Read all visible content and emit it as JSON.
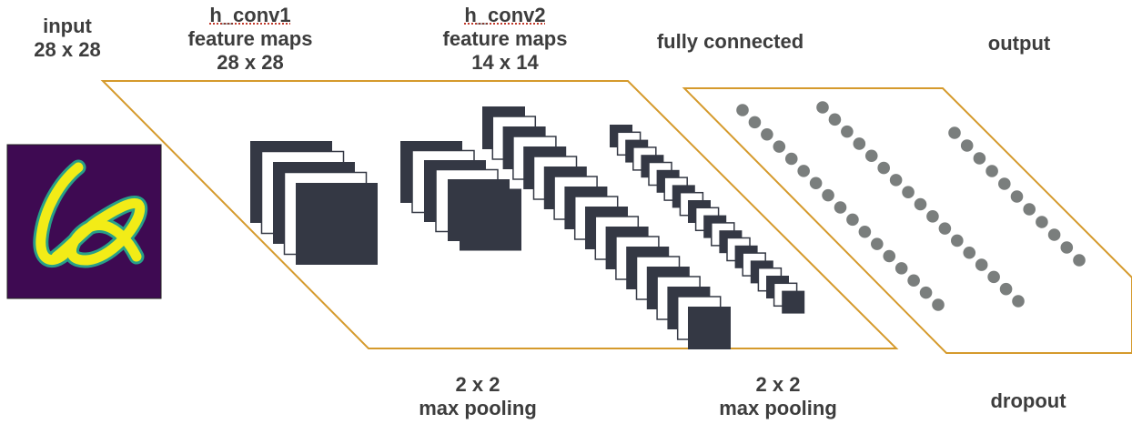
{
  "labels": {
    "input": [
      "input",
      "28 x 28"
    ],
    "h_conv1": [
      "h_conv1",
      "feature maps",
      "28 x 28"
    ],
    "h_conv2": [
      "h_conv2",
      "feature maps",
      "14 x 14"
    ],
    "fully_connected": "fully connected",
    "output": "output",
    "pool1": [
      "2 x 2",
      "max pooling"
    ],
    "pool2": [
      "2 x 2",
      "max pooling"
    ],
    "dropout": "dropout"
  },
  "colors": {
    "outline": "#d59a2c",
    "map_fill": "#343844",
    "neuron": "#7a7e7d",
    "input_bg": "#3e0a52",
    "input_stroke": "#f2ec17",
    "input_edge": "#28a088",
    "text": "#3d3d3d"
  }
}
